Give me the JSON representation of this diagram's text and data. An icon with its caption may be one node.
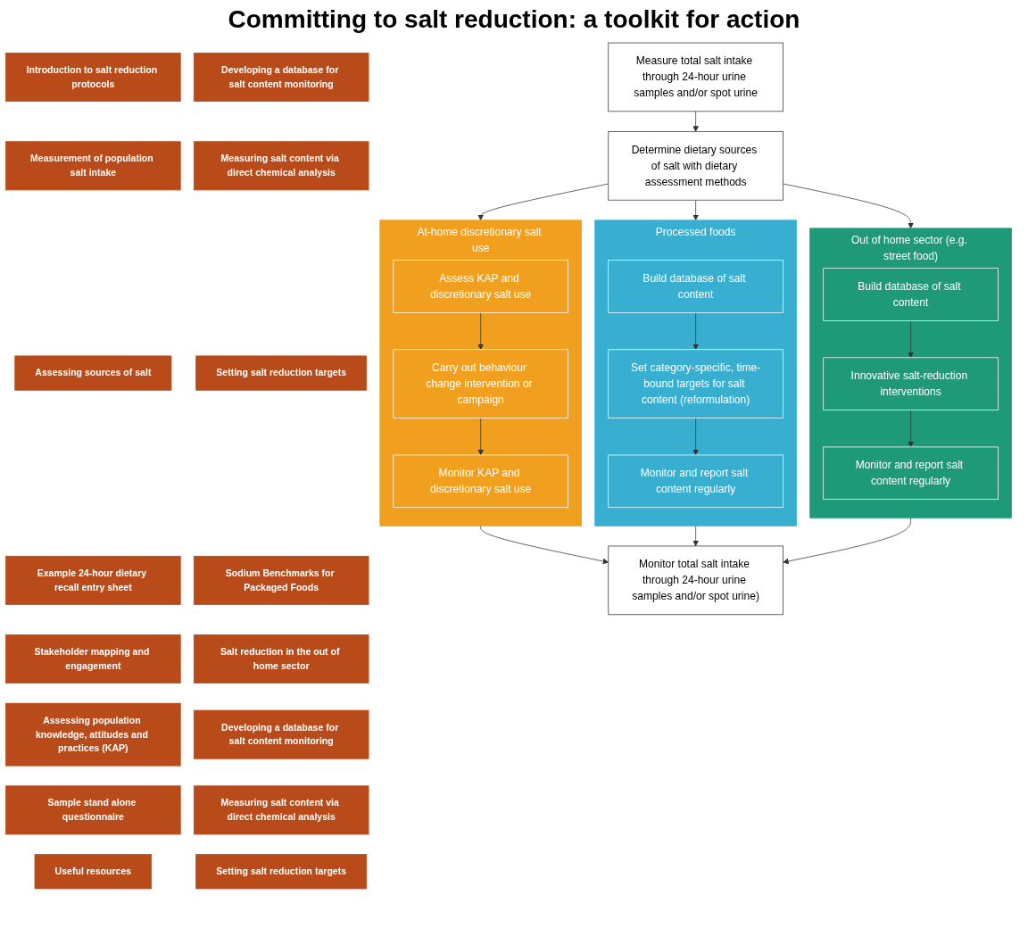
{
  "diagram": {
    "title": "Committing to salt reduction: a toolkit for action",
    "nodes": [
      {
        "text": [
          "Introduction to salt reduction protocols"
        ]
      },
      {
        "text": [
          "Measure total salt intake through 24-hour urine samples and/or spot urine"
        ]
      },
      {
        "text": [
          "Measurement of population salt intake"
        ]
      },
      {
        "text": [
          "Assessing sources of salt"
        ]
      },
      {
        "text": [
          "Determine dietary sources of salt with dietary assessment methods"
        ]
      },
      {
        "text": [
          "Example 24-hour dietary recall entry sheet"
        ]
      },
      {
        "text": [
          "Stakeholder mapping and engagement"
        ]
      },
      {
        "text": [
          "At-home discretionary salt use"
        ]
      },
      {
        "text": [
          "Assess KAP and discretionary salt use"
        ],
        "in": 7
      },
      {
        "text": [
          "Carry out behaviour change intervention or campaign"
        ],
        "in": 7
      },
      {
        "text": [
          "Monitor KAP and discretionary salt use"
        ],
        "in": 7
      },
      {
        "text": [
          "Processed foods"
        ]
      },
      {
        "text": [
          "Build database of salt content"
        ],
        "in": 11
      },
      {
        "text": [
          "Set category-specific, time-bound targets for salt content (reformulation)"
        ],
        "in": 11
      },
      {
        "text": [
          "Monitor and report salt content regularly"
        ],
        "in": 11
      },
      {
        "text": [
          "Out of home sector (e.g. street food)"
        ]
      },
      {
        "text": [
          "Build database of salt content"
        ],
        "in": 15
      },
      {
        "text": [
          "Innovative salt-reduction interventions"
        ],
        "in": 15
      },
      {
        "text": [
          "Monitor and report salt content regularly"
        ],
        "in": 15
      },
      {
        "text": [
          "Assessing population knowledge, attitudes and practices (KAP)"
        ]
      },
      {
        "text": [
          "Sample stand alone questionnaire"
        ]
      },
      {
        "text": [
          "Developing a database for salt content monitoring"
        ]
      },
      {
        "text": [
          "Measuring salt content via direct chemical analysis"
        ]
      },
      {
        "text": [
          "Setting salt reduction targets"
        ]
      },
      {
        "text": [
          "Sodium Benchmarks for Packaged Foods"
        ]
      },
      {
        "text": [
          "Salt reduction in the out of home sector"
        ]
      },
      {
        "text": [
          "Developing a database for salt content monitoring"
        ]
      },
      {
        "text": [
          "Measuring salt content via direct chemical analysis"
        ]
      },
      {
        "text": [
          "Setting salt reduction targets"
        ]
      },
      {
        "text": [
          "Monitor total salt intake through 24-hour urine samples and/or spot urine)"
        ]
      },
      {
        "text": [
          "Useful resources"
        ]
      }
    ],
    "edges": [
      {
        "from": 1,
        "to": 4,
        "arrow": "to"
      },
      {
        "from": 4,
        "to": 7,
        "arrow": "to"
      },
      {
        "from": 4,
        "to": 11,
        "arrow": "to"
      },
      {
        "from": 4,
        "to": 15,
        "arrow": "to"
      },
      {
        "from": 8,
        "to": 9,
        "arrow": "to"
      },
      {
        "from": 9,
        "to": 10,
        "arrow": "to"
      },
      {
        "from": 12,
        "to": 13,
        "arrow": "to"
      },
      {
        "from": 13,
        "to": 14,
        "arrow": "to"
      },
      {
        "from": 16,
        "to": 17,
        "arrow": "to"
      },
      {
        "from": 17,
        "to": 18,
        "arrow": "to"
      },
      {
        "from": 7,
        "to": 29,
        "arrow": "to"
      },
      {
        "from": 11,
        "to": 29,
        "arrow": "to"
      },
      {
        "from": 15,
        "to": 29,
        "arrow": "to"
      }
    ]
  }
}
